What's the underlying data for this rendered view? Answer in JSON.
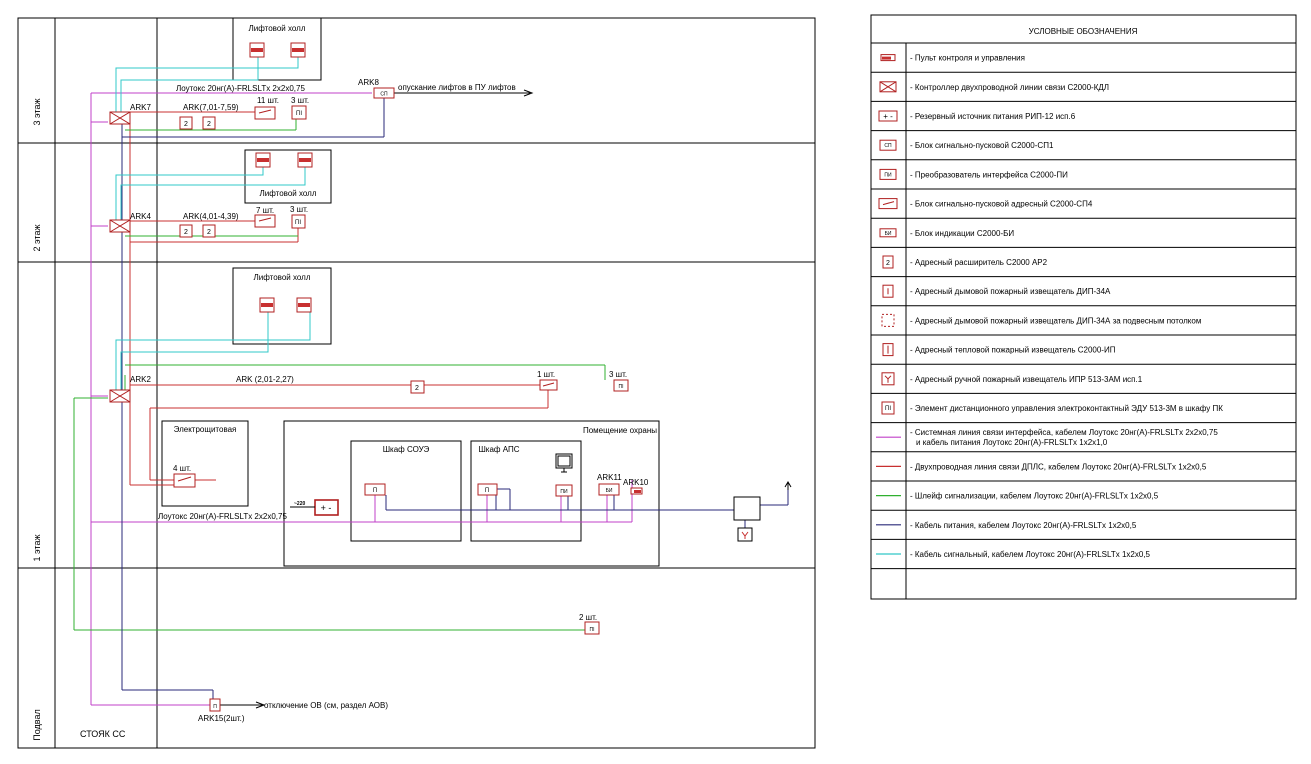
{
  "floors": {
    "f3": "3 этаж",
    "f2": "2 этаж",
    "f1": "1 этаж",
    "basement": "Подвал"
  },
  "riser_label": "СТОЯК СС",
  "rooms": {
    "lift_hall_3": "Лифтовой холл",
    "lift_hall_2": "Лифтовой холл",
    "lift_hall_1": "Лифтовой холл",
    "electrical": "Электрощитовая",
    "security": "Помещение охраны",
    "cabinet_soue": "Шкаф СОУЭ",
    "cabinet_aps": "Шкаф АПС"
  },
  "labels": {
    "cable_top": "Лоутокс 20нг(А)-FRLSLTx 2х2х0,75",
    "ark8": "ARK8",
    "lift_descent": "опускание лифтов в ПУ лифтов",
    "ark7": "ARK7",
    "ark7_range": "ARK(7,01-7,59)",
    "qty_11": "11 шт.",
    "qty_3a": "3 шт.",
    "ark4": "ARK4",
    "ark4_range": "ARK(4,01-4,39)",
    "qty_7": "7 шт.",
    "qty_3b": "3 шт.",
    "ark2": "ARK2",
    "ark2_range": "ARK (2,01-2,27)",
    "qty_1": "1 шт.",
    "qty_3c": "3 шт.",
    "qty_4": "4 шт.",
    "cable_mid": "Лоутокс 20нг(А)-FRLSLTx 2х2х0,75",
    "v220": "~220",
    "ark11": "ARK11",
    "ark10": "ARK10",
    "qty_2": "2 шт.",
    "ov_off": "отключение ОВ (см, раздел АОВ)",
    "ark15": "ARK15(2шт.)"
  },
  "legend": {
    "title": "УСЛОВНЫЕ ОБОЗНАЧЕНИЯ",
    "items": [
      {
        "text": "- Пульт контроля и управления"
      },
      {
        "text": "- Контроллер двухпроводной линии связи С2000-КДЛ"
      },
      {
        "text": "- Резервный источник питания РИП-12 исп.6"
      },
      {
        "text": "- Блок сигнально-пусковой С2000-СП1"
      },
      {
        "text": "- Преобразователь интерфейса С2000-ПИ"
      },
      {
        "text": "- Блок сигнально-пусковой адресный С2000-СП4"
      },
      {
        "text": "- Блок индикации С2000-БИ"
      },
      {
        "text": "- Адресный расширитель С2000 АР2"
      },
      {
        "text": "- Адресный дымовой пожарный извещатель ДИП-34А"
      },
      {
        "text": "- Адресный дымовой пожарный извещатель ДИП-34А  за подвесным потолком"
      },
      {
        "text": "- Адресный тепловой пожарный извещатель С2000-ИП"
      },
      {
        "text": "- Адресный ручной пожарный извещатель ИПР 513-3АМ исп.1"
      },
      {
        "text": "- Элемент дистанционного управления электроконтактный ЭДУ 513-3М в шкафу ПК"
      },
      {
        "text": "- Системная линия связи интерфейса, кабелем Лоутокс 20нг(А)-FRLSLTx 2х2х0,75",
        "text2": "и кабель питания Лоутокс 20нг(А)-FRLSLTx 1х2х1,0"
      },
      {
        "text": "- Двухпроводная линия связи ДПЛС, кабелем Лоутокс 20нг(А)-FRLSLTx 1х2х0,5"
      },
      {
        "text": "- Шлейф сигнализации, кабелем Лоутокс 20нг(А)-FRLSLTx 1х2х0,5"
      },
      {
        "text": "- Кабель питания, кабелем Лоутокс 20нг(А)-FRLSLTx 1х2х0,5"
      },
      {
        "text": "- Кабель сигнальный, кабелем Лоутокс 20нг(А)-FRLSLTx 1х2х0,5"
      }
    ]
  },
  "colors": {
    "magenta": "#c040c8",
    "red": "#c83030",
    "green": "#30b030",
    "blue": "#2a2a7a",
    "cyan": "#30c8c8",
    "device": "#b02020"
  }
}
